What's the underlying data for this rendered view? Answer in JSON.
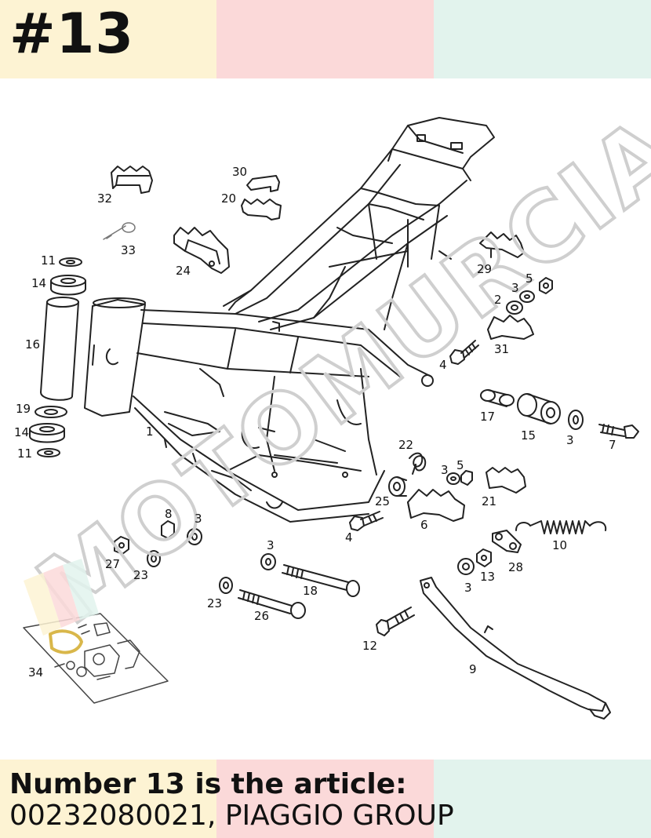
{
  "header": {
    "title": "#13"
  },
  "footer": {
    "line1": "Number 13 is the article:",
    "line2": "00232080021, PIAGGIO GROUP"
  },
  "colors": {
    "yellow": "#fdf3d3",
    "pink": "#fbd9d9",
    "mint": "#e2f3ed"
  },
  "watermark": "MOTOMURCIA",
  "part_labels": [
    "1",
    "2",
    "3",
    "3",
    "3",
    "3",
    "3",
    "3",
    "4",
    "4",
    "5",
    "5",
    "6",
    "7",
    "8",
    "9",
    "10",
    "11",
    "11",
    "12",
    "13",
    "14",
    "14",
    "15",
    "16",
    "17",
    "18",
    "19",
    "20",
    "21",
    "22",
    "23",
    "23",
    "24",
    "25",
    "26",
    "27",
    "28",
    "29",
    "30",
    "31",
    "32",
    "33",
    "34"
  ]
}
